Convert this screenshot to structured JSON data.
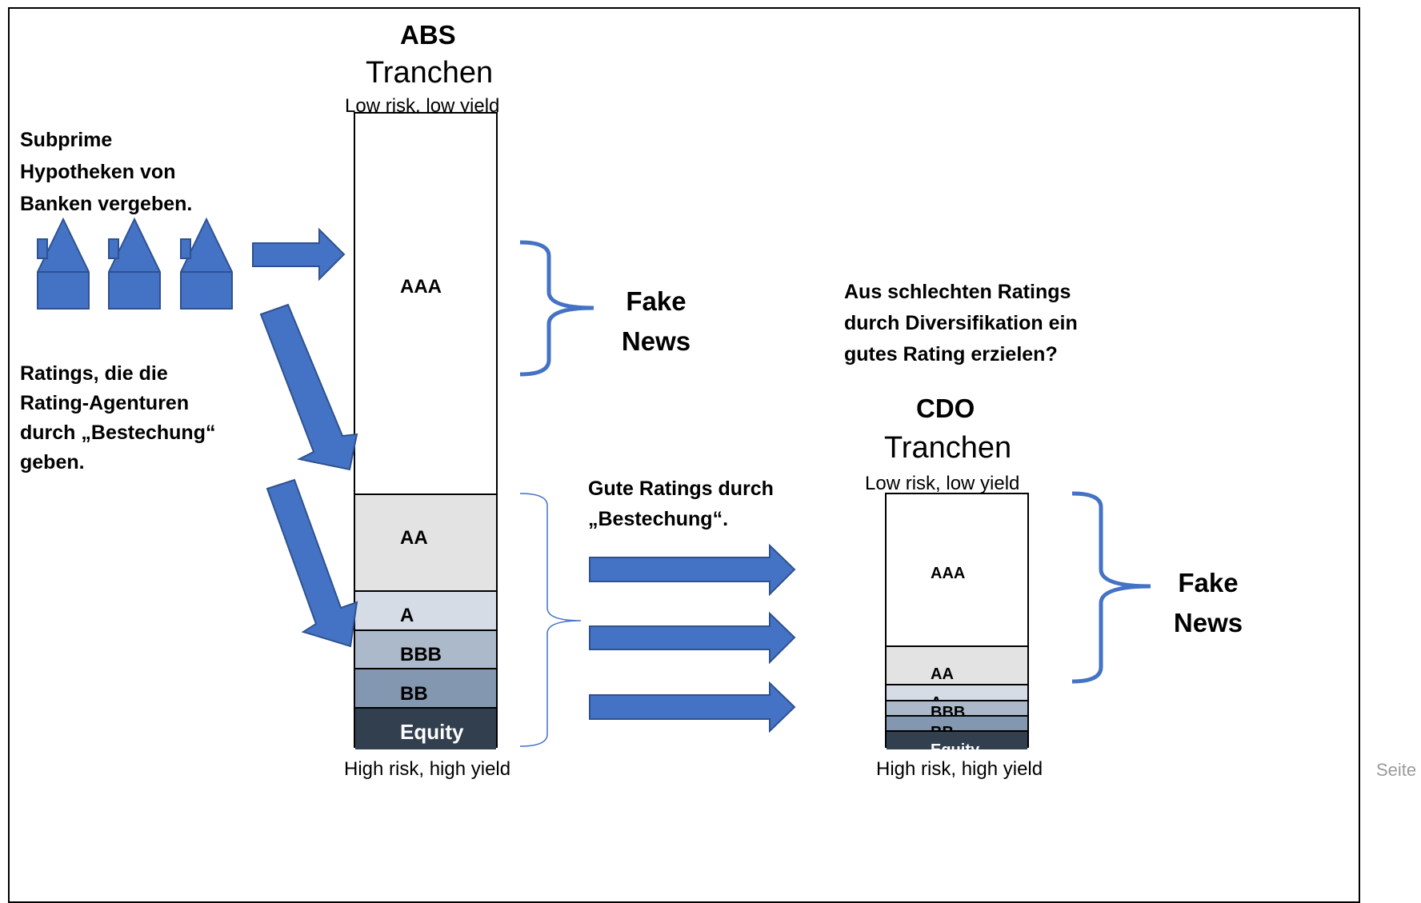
{
  "abs": {
    "title": "ABS",
    "subtitle": "Tranchen",
    "top_label": "Low risk, low yield",
    "bottom_label": "High risk, high yield",
    "tranches": [
      {
        "label": "AAA",
        "color": "#ffffff"
      },
      {
        "label": "AA",
        "color": "#e3e3e3"
      },
      {
        "label": "A",
        "color": "#d5dce6"
      },
      {
        "label": "BBB",
        "color": "#acb9ca"
      },
      {
        "label": "BB",
        "color": "#8497b0"
      },
      {
        "label": "Equity",
        "color": "#323f4f",
        "text_color": "#ffffff"
      }
    ]
  },
  "cdo": {
    "title": "CDO",
    "subtitle": "Tranchen",
    "top_label": "Low risk, low yield",
    "bottom_label": "High risk, high yield",
    "tranches": [
      {
        "label": "AAA",
        "color": "#ffffff"
      },
      {
        "label": "AA",
        "color": "#e3e3e3"
      },
      {
        "label": "A",
        "color": "#d5dce6"
      },
      {
        "label": "BBB",
        "color": "#acb9ca"
      },
      {
        "label": "BB",
        "color": "#8497b0"
      },
      {
        "label": "Equity",
        "color": "#323f4f",
        "text_color": "#ffffff"
      }
    ]
  },
  "texts": {
    "subprime": "Subprime Hypotheken von Banken vergeben.",
    "subprime_lines": [
      "Subprime",
      "Hypotheken von",
      "Banken vergeben."
    ],
    "ratings_lines": [
      "Ratings, die die",
      "Rating-Agenturen",
      "durch „Bestechung“",
      "geben."
    ],
    "fake_news_1": [
      "Fake",
      "News"
    ],
    "fake_news_2": [
      "Fake",
      "News"
    ],
    "question_lines": [
      "Aus schlechten Ratings",
      "durch Diversifikation ein",
      "gutes Rating erzielen?"
    ],
    "gute_ratings_lines": [
      "Gute Ratings durch",
      "„Bestechung“."
    ],
    "page_label": "Seite"
  },
  "colors": {
    "arrow_fill": "#4472c4",
    "arrow_stroke": "#2f528f",
    "house_fill": "#4472c4",
    "brace_blue": "#4472c4"
  },
  "icons": [
    "house-icon",
    "arrow-right-icon",
    "arrow-down-icon",
    "curly-brace-icon"
  ]
}
